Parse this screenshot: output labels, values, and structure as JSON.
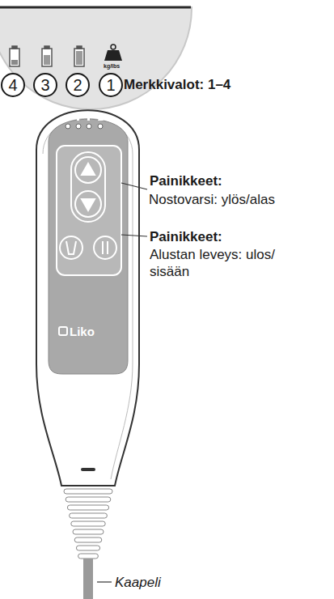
{
  "diagram": {
    "nodes": [
      {
        "text": [
          "4"
        ]
      },
      {
        "text": [
          "3"
        ]
      },
      {
        "text": [
          "2"
        ]
      },
      {
        "text": [
          "1"
        ]
      }
    ],
    "labels": [
      "kg/lbs",
      "Merkkivalot: 1–4",
      "Painikkeet:",
      "Nostovarsi: ylös/alas",
      "Painikkeet:",
      "Alustan leveys: ulos/ sisään",
      "Liko",
      "Kaapeli"
    ]
  }
}
